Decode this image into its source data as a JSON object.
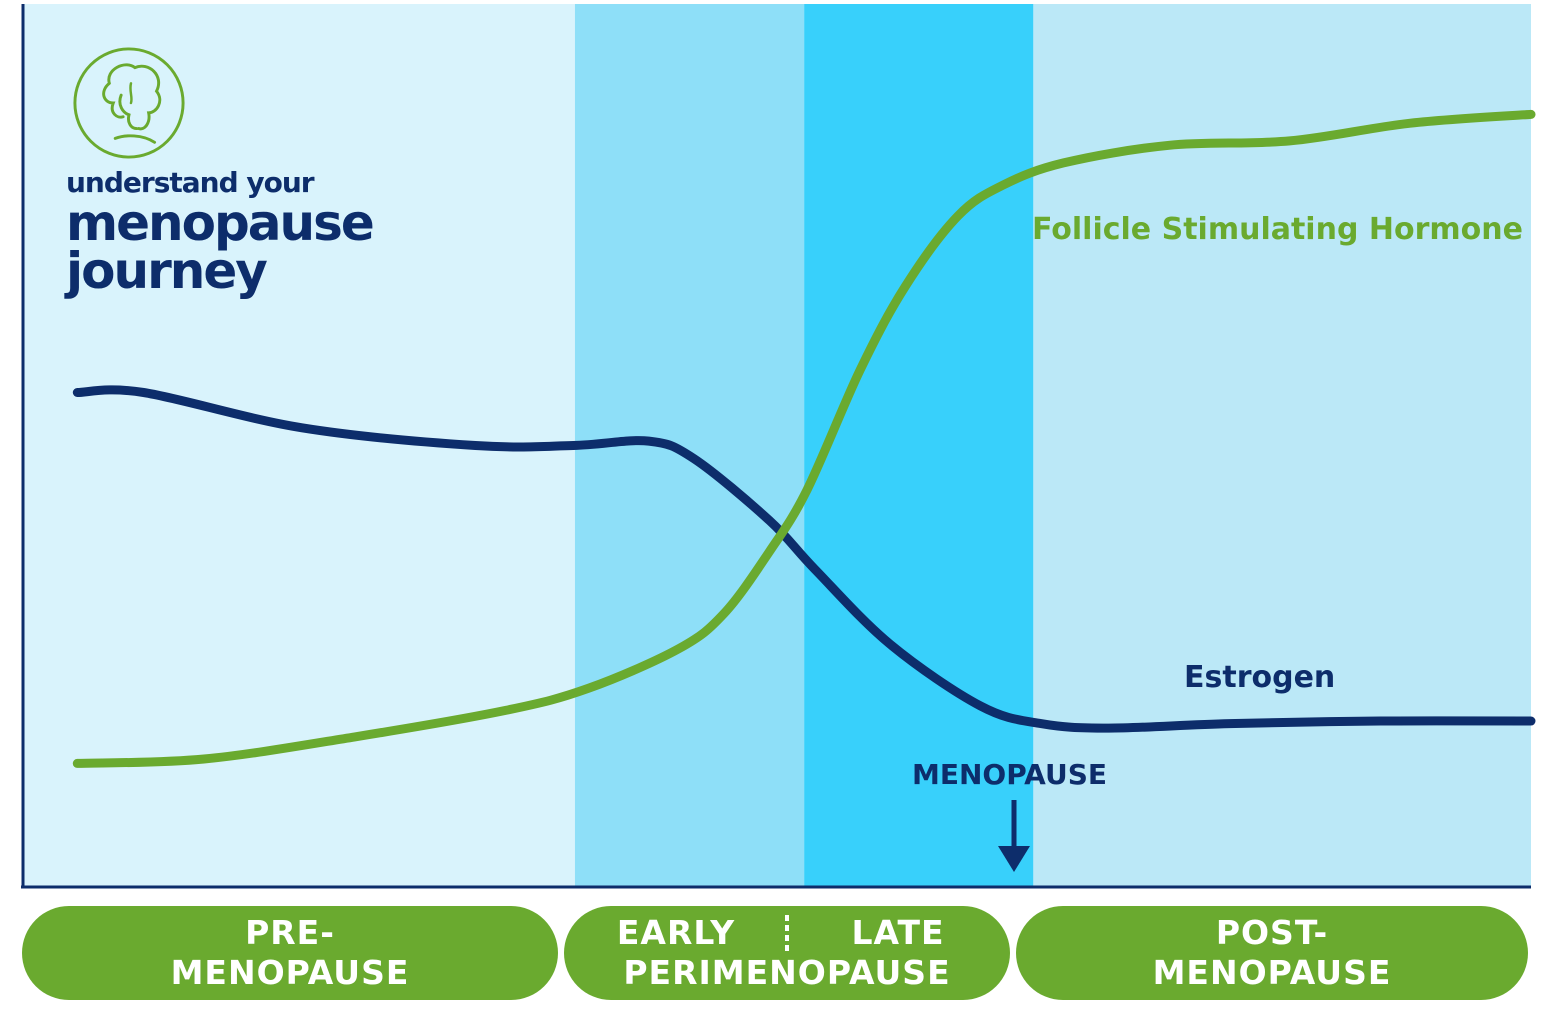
{
  "brand": {
    "line1": "understand your",
    "line2": "menopause",
    "line3": "journey"
  },
  "labels": {
    "fsh": "Follicle Stimulating Hormone",
    "estrogen": "Estrogen",
    "menopause": "MENOPAUSE"
  },
  "stages": {
    "pre_line1": "PRE-",
    "pre_line2": "MENOPAUSE",
    "early": "EARLY",
    "late": "LATE",
    "peri": "PERIMENOPAUSE",
    "post_line1": "POST-",
    "post_line2": "MENOPAUSE"
  },
  "colors": {
    "fsh": "#6aaa2f",
    "estrogen": "#0d2d6b",
    "band_pre": "#d9f3fc",
    "band_early": "#8edff8",
    "band_late": "#38d0fb",
    "band_post": "#bbe8f7",
    "pill": "#6aaa2f"
  },
  "chart_data": {
    "type": "line",
    "xlim": [
      0,
      100
    ],
    "ylim": [
      0,
      100
    ],
    "bands": [
      {
        "stage": "pre",
        "from": 0,
        "to": 36.6
      },
      {
        "stage": "early",
        "from": 36.6,
        "to": 51.8
      },
      {
        "stage": "late",
        "from": 51.8,
        "to": 67.0
      },
      {
        "stage": "post",
        "from": 67.0,
        "to": 100
      }
    ],
    "menopause_x": 67.0,
    "series": [
      {
        "key": "estrogen",
        "name": "Estrogen",
        "x": [
          3.6,
          8.0,
          18.5,
          30.0,
          36.5,
          41.5,
          44.5,
          49.5,
          52.5,
          57.5,
          63.5,
          67.5,
          72.0,
          80.0,
          90.0,
          100.0
        ],
        "y": [
          56,
          56,
          52,
          50,
          50,
          50.5,
          48.5,
          41.5,
          36,
          27.5,
          20.5,
          18.5,
          18,
          18.5,
          18.8,
          18.8
        ]
      },
      {
        "key": "fsh",
        "name": "Follicle Stimulating Hormone",
        "x": [
          3.6,
          12.0,
          22.0,
          32.0,
          37.5,
          43.5,
          46.5,
          49.5,
          52.0,
          55.5,
          58.5,
          62.0,
          65.0,
          69.0,
          76.0,
          84.0,
          92.0,
          100.0
        ],
        "y": [
          14,
          14.5,
          17,
          20,
          22.5,
          27,
          31,
          38,
          45,
          58.5,
          68,
          76,
          79.5,
          82,
          84,
          84.5,
          86.5,
          87.5
        ]
      }
    ]
  }
}
